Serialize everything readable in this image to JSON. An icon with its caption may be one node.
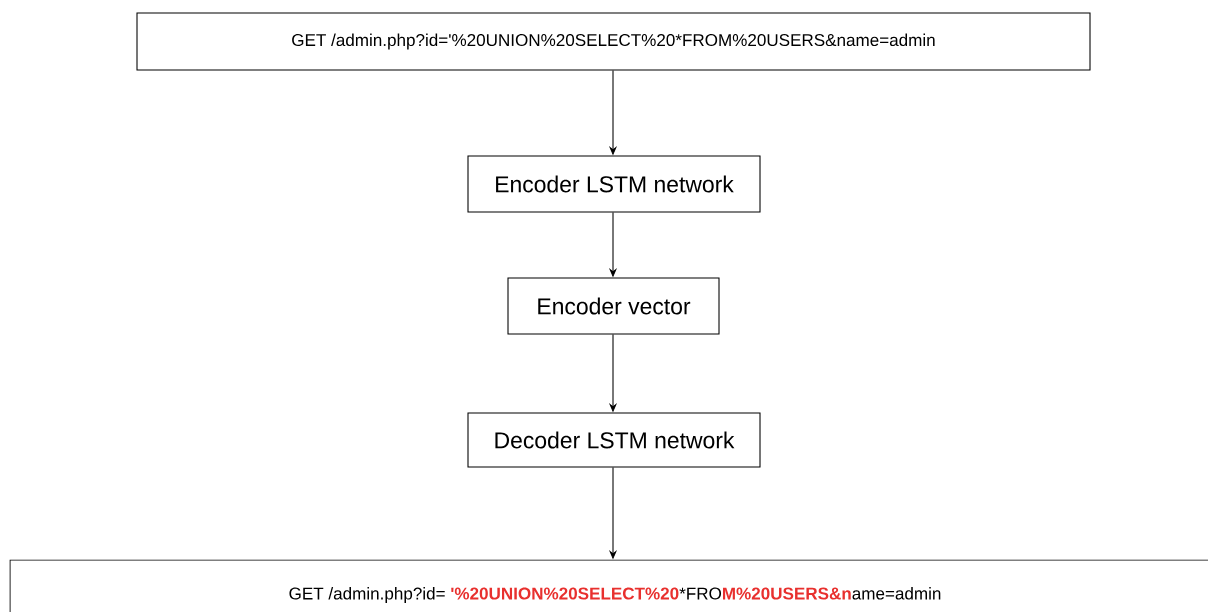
{
  "diagram": {
    "nodes": [
      {
        "text": [
          "GET /admin.php?id='%20UNION%20SELECT%20*FROM%20USERS&name=admin"
        ]
      },
      {
        "text": [
          "Encoder LSTM network"
        ]
      },
      {
        "text": [
          "Encoder vector"
        ]
      },
      {
        "text": [
          "Decoder LSTM network"
        ]
      },
      {
        "text": [
          "GET /admin.php?id= **'%20UNION%20SELECT%20***FRO**M%20USERS&n**ame=admin"
        ]
      }
    ],
    "edges": [
      {
        "from": 0,
        "to": 1,
        "arrow": "to"
      },
      {
        "from": 1,
        "to": 2,
        "arrow": "to"
      },
      {
        "from": 2,
        "to": 3,
        "arrow": "to"
      },
      {
        "from": 3,
        "to": 4,
        "arrow": "to"
      }
    ]
  }
}
